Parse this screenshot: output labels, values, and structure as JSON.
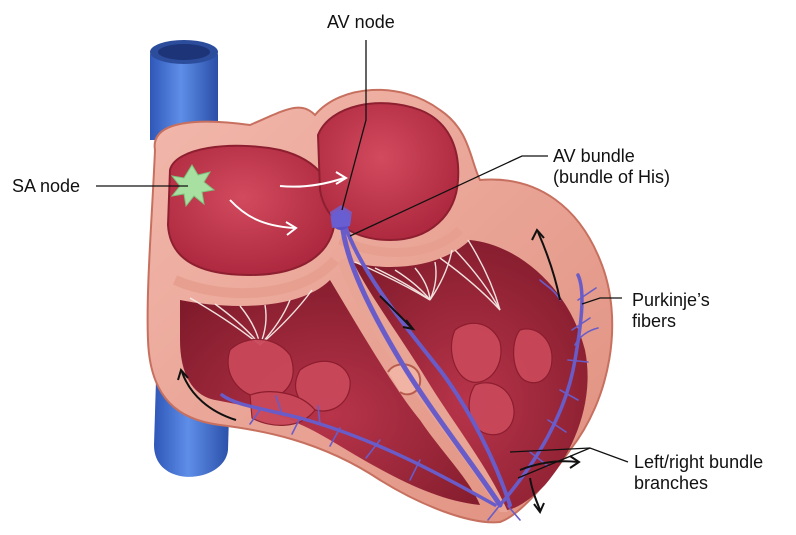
{
  "diagram": {
    "labels": {
      "av_node": "AV node",
      "sa_node": "SA node",
      "av_bundle_line1": "AV bundle",
      "av_bundle_line2": "(bundle of His)",
      "purkinje_line1": "Purkinje’s",
      "purkinje_line2": "fibers",
      "bundle_branches_line1": "Left/right bundle",
      "bundle_branches_line2": "branches"
    },
    "colors": {
      "vessel": "#3f6fd0",
      "heart_wall": "#e9a69a",
      "chamber": "#c4344a",
      "muscle": "#9c2736",
      "conduction": "#6a5cc8",
      "sa_node": "#a8e0a2",
      "chordae": "#f3e6e0"
    }
  }
}
